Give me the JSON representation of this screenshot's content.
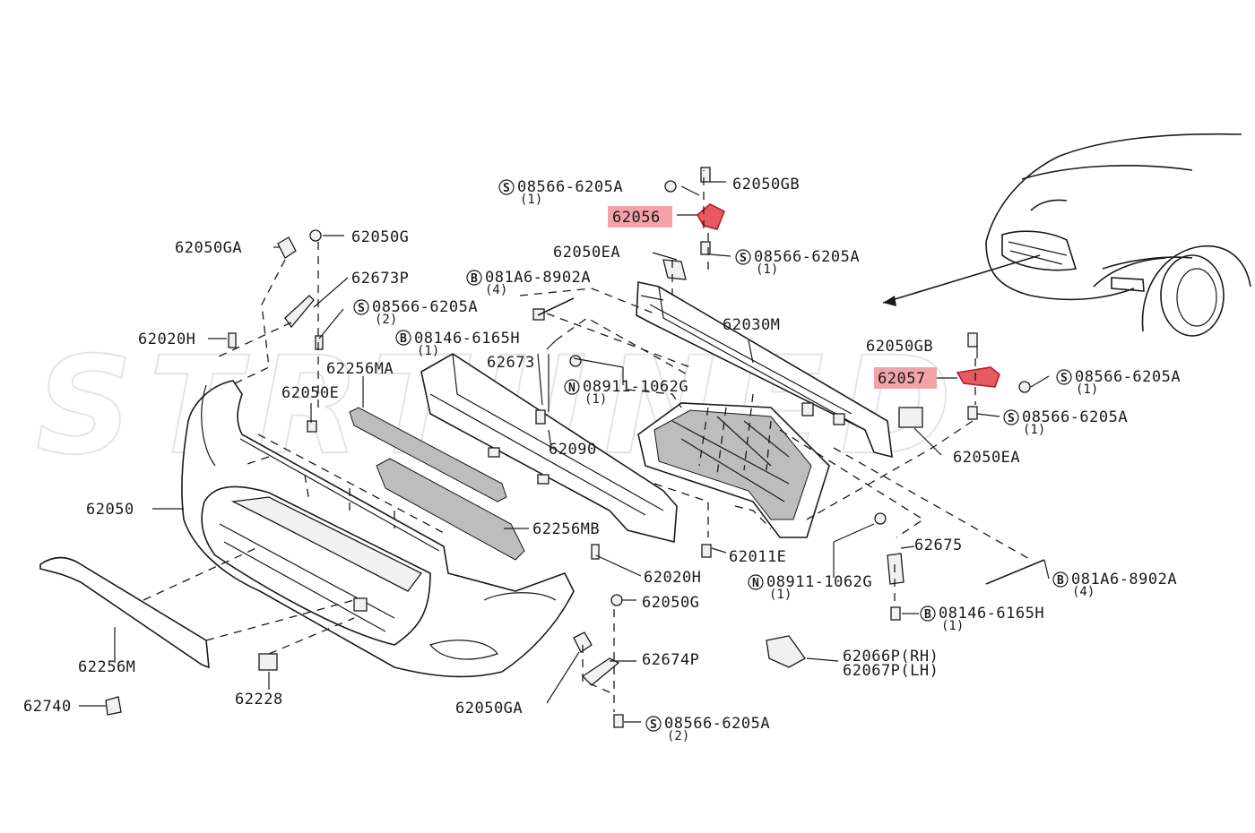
{
  "watermark": "STRTUNED",
  "labels": {
    "p62050GB_top": "62050GB",
    "p08566_top": "08566-6205A",
    "p08566_top_qty": "(1)",
    "p62056": "62056",
    "p08566_mid": "08566-6205A",
    "p08566_mid_qty": "(1)",
    "p62050EA_top": "62050EA",
    "p081A6_top": "081A6-8902A",
    "p081A6_top_qty": "(4)",
    "p62050GA_left": "62050GA",
    "p62050G_top": "62050G",
    "p62673P": "62673P",
    "p08566_left": "08566-6205A",
    "p08566_left_qty": "(2)",
    "p62020H_left": "62020H",
    "p08146_top": "08146-6165H",
    "p08146_top_qty": "(1)",
    "p62030M": "62030M",
    "p62673": "62673",
    "p08911_top": "08911-1062G",
    "p08911_top_qty": "(1)",
    "p62256MA": "62256MA",
    "p62050E": "62050E",
    "p62090": "62090",
    "p62050": "62050",
    "p62256MB": "62256MB",
    "p62011E": "62011E",
    "p62020H_right": "62020H",
    "p62050G_bottom": "62050G",
    "p62674P": "62674P",
    "p62256M": "62256M",
    "p62228": "62228",
    "p62740": "62740",
    "p62050GA_bottom": "62050GA",
    "p08566_bottom": "08566-6205A",
    "p08566_bottom_qty": "(2)",
    "p62050GB_right": "62050GB",
    "p62057": "62057",
    "p08566_r1": "08566-6205A",
    "p08566_r1_qty": "(1)",
    "p08566_r2": "08566-6205A",
    "p08566_r2_qty": "(1)",
    "p62050EA_right": "62050EA",
    "p62675": "62675",
    "p08911_right": "08911-1062G",
    "p08911_right_qty": "(1)",
    "p081A6_right": "081A6-8902A",
    "p081A6_right_qty": "(4)",
    "p08146_right": "08146-6165H",
    "p08146_right_qty": "(1)",
    "p62066P": "62066P(RH)",
    "p62067P": "62067P(LH)"
  },
  "codes": {
    "S": "S",
    "B": "B",
    "N": "N"
  },
  "colors": {
    "highlight": "#f2a3a8",
    "highlight_part": "#e85a62",
    "ink": "#1a1a1a"
  }
}
